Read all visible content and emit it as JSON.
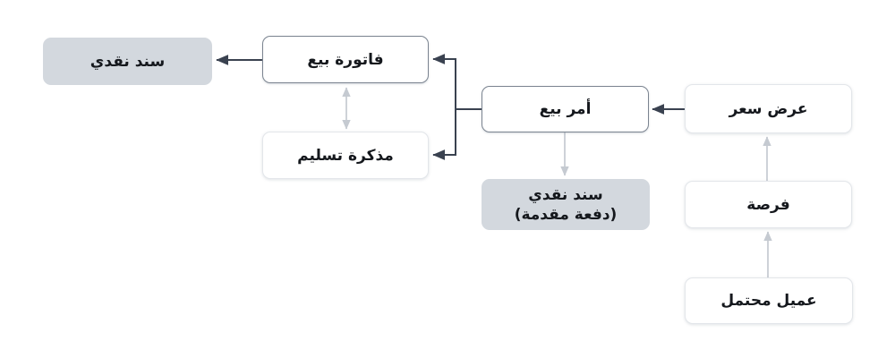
{
  "diagram": {
    "type": "flowchart",
    "direction": "rtl",
    "nodes": {
      "cash_voucher": {
        "label": "سند نقدي",
        "variant": "highlight"
      },
      "sales_invoice": {
        "label": "فاتورة بيع",
        "variant": "outlined-dark"
      },
      "delivery_note": {
        "label": "مذكرة تسليم",
        "variant": "outlined-light"
      },
      "sales_order": {
        "label": "أمر بيع",
        "variant": "outlined-dark"
      },
      "advance_cash_voucher": {
        "label_line1": "سند نقدي",
        "label_line2": "(دفعة مقدمة)",
        "variant": "highlight"
      },
      "quotation": {
        "label": "عرض سعر",
        "variant": "outlined-light"
      },
      "opportunity": {
        "label": "فرصة",
        "variant": "outlined-light"
      },
      "lead": {
        "label": "عميل محتمل",
        "variant": "outlined-light"
      }
    },
    "edges": [
      {
        "from": "sales_invoice",
        "to": "cash_voucher",
        "style": "solid-dark",
        "bidirectional": false
      },
      {
        "from": "sales_order",
        "to": "sales_invoice",
        "style": "solid-dark",
        "bidirectional": false
      },
      {
        "from": "sales_order",
        "to": "delivery_note",
        "style": "solid-dark",
        "bidirectional": false
      },
      {
        "from": "quotation",
        "to": "sales_order",
        "style": "solid-dark",
        "bidirectional": false
      },
      {
        "from": "sales_invoice",
        "to": "delivery_note",
        "style": "light-gray",
        "bidirectional": true
      },
      {
        "from": "sales_order",
        "to": "advance_cash_voucher",
        "style": "light-gray",
        "bidirectional": false
      },
      {
        "from": "opportunity",
        "to": "quotation",
        "style": "light-gray",
        "bidirectional": false
      },
      {
        "from": "lead",
        "to": "opportunity",
        "style": "light-gray",
        "bidirectional": false
      }
    ],
    "colors": {
      "background": "#ffffff",
      "dark_arrow": "#3a4250",
      "light_arrow": "#c5cad1",
      "highlight_fill": "#d3d8de",
      "dark_border": "#7b8490",
      "light_border": "#e3e6ea",
      "text": "#15181d"
    }
  }
}
